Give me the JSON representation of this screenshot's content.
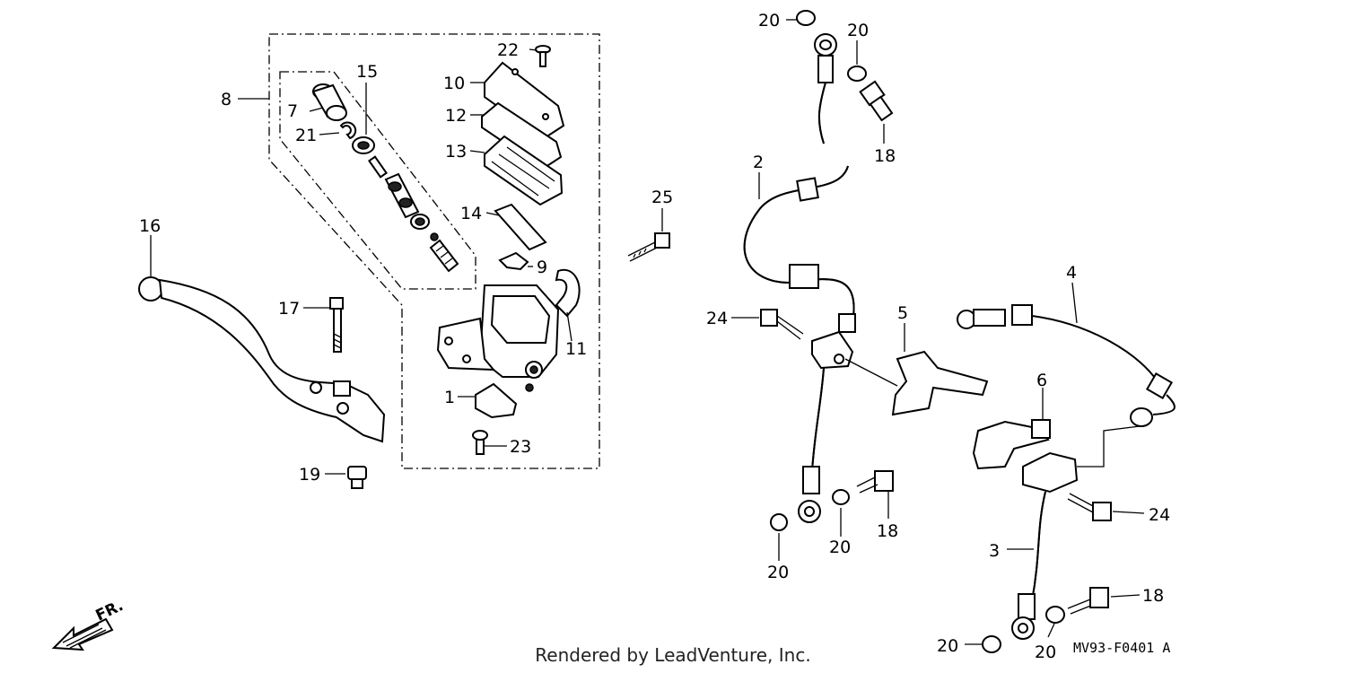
{
  "labels": {
    "p1": "1",
    "p2": "2",
    "p3": "3",
    "p4": "4",
    "p5": "5",
    "p6": "6",
    "p7": "7",
    "p8": "8",
    "p9": "9",
    "p10": "10",
    "p11": "11",
    "p12": "12",
    "p13": "13",
    "p14": "14",
    "p15": "15",
    "p16": "16",
    "p17": "17",
    "p18a": "18",
    "p18b": "18",
    "p18c": "18",
    "p19": "19",
    "p20a": "20",
    "p20b": "20",
    "p20c": "20",
    "p20d": "20",
    "p20e": "20",
    "p20f": "20",
    "p21": "21",
    "p22": "22",
    "p23": "23",
    "p24a": "24",
    "p24b": "24",
    "p25": "25"
  },
  "direction": "FR.",
  "footer": "Rendered by LeadVenture, Inc.",
  "diagram_code": "MV93-F0401 A"
}
